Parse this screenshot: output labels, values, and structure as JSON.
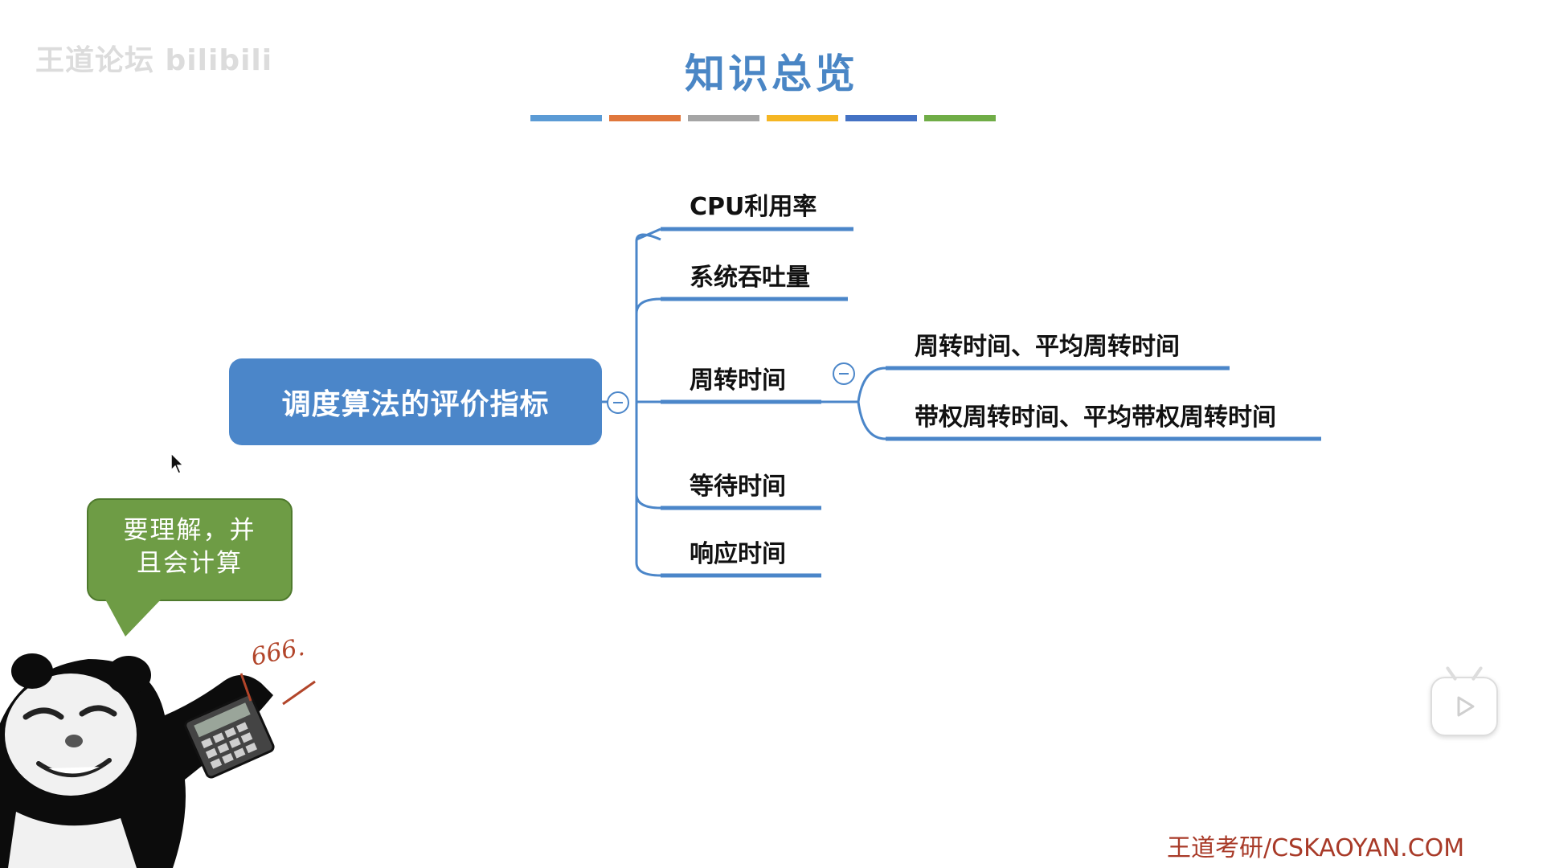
{
  "watermark": "王道论坛 bilibili",
  "slide": {
    "title": "知识总览",
    "title_bar_colors": [
      "#5b9bd5",
      "#e0773c",
      "#a5a5a5",
      "#f5b623",
      "#4472c4",
      "#70ad47"
    ]
  },
  "mindmap": {
    "root": "调度算法的评价指标",
    "branches": {
      "cpu": "CPU利用率",
      "throughput": "系统吞吐量",
      "turnaround": "周转时间",
      "waiting": "等待时间",
      "response": "响应时间"
    },
    "turnaround_children": {
      "first": "周转时间、平均周转时间",
      "second": "带权周转时间、平均带权周转时间"
    },
    "line_color": "#4b86c9"
  },
  "speech_bubble": {
    "line1": "要理解，并",
    "line2": "且会计算",
    "color": "#6e9c45"
  },
  "meme_text": "666.",
  "footer": "王道考研/CSKAOYAN.COM",
  "icons": {
    "collapse": "minus-circle-icon",
    "play": "bilibili-play-icon",
    "cursor": "mouse-pointer-icon"
  }
}
